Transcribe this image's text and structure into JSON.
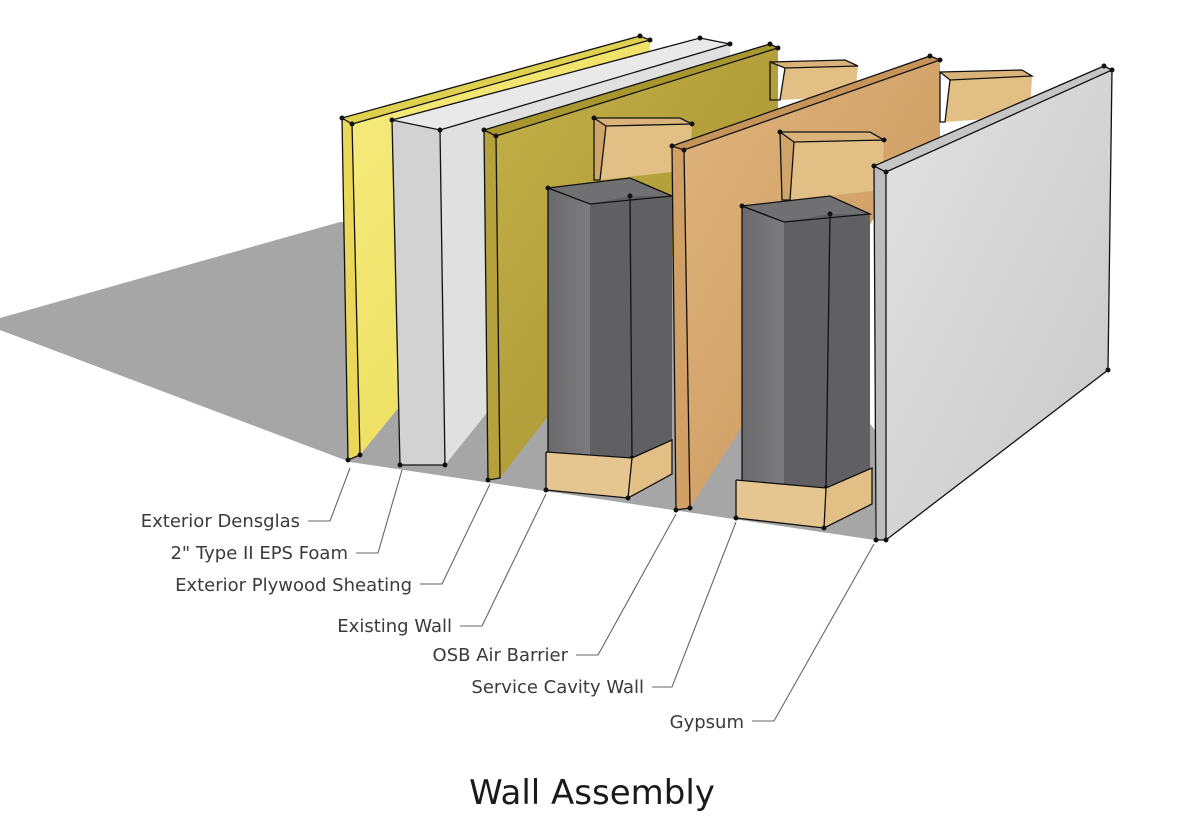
{
  "diagram": {
    "layers": [
      {
        "id": "exterior-densglas",
        "label": "Exterior Densglas",
        "color": "#f1e46a"
      },
      {
        "id": "eps-foam",
        "label": "2\" Type II EPS Foam",
        "color": "#d9d9d9"
      },
      {
        "id": "exterior-plywood",
        "label": "Exterior Plywood Sheating",
        "color": "#b9a53e"
      },
      {
        "id": "existing-wall",
        "label": "Existing Wall",
        "color": "#6e6e70"
      },
      {
        "id": "osb-air-barrier",
        "label": "OSB Air Barrier",
        "color": "#d7a66c"
      },
      {
        "id": "service-cavity-wall",
        "label": "Service Cavity Wall",
        "color": "#6e6e70"
      },
      {
        "id": "gypsum",
        "label": "Gypsum",
        "color": "#d4d4d4"
      }
    ],
    "caption": "Wall Assembly",
    "colors": {
      "shadow": "#a6a6a6",
      "wood": "#e0bd84",
      "wood_dark": "#c89b5c",
      "leader": "#666666"
    }
  }
}
